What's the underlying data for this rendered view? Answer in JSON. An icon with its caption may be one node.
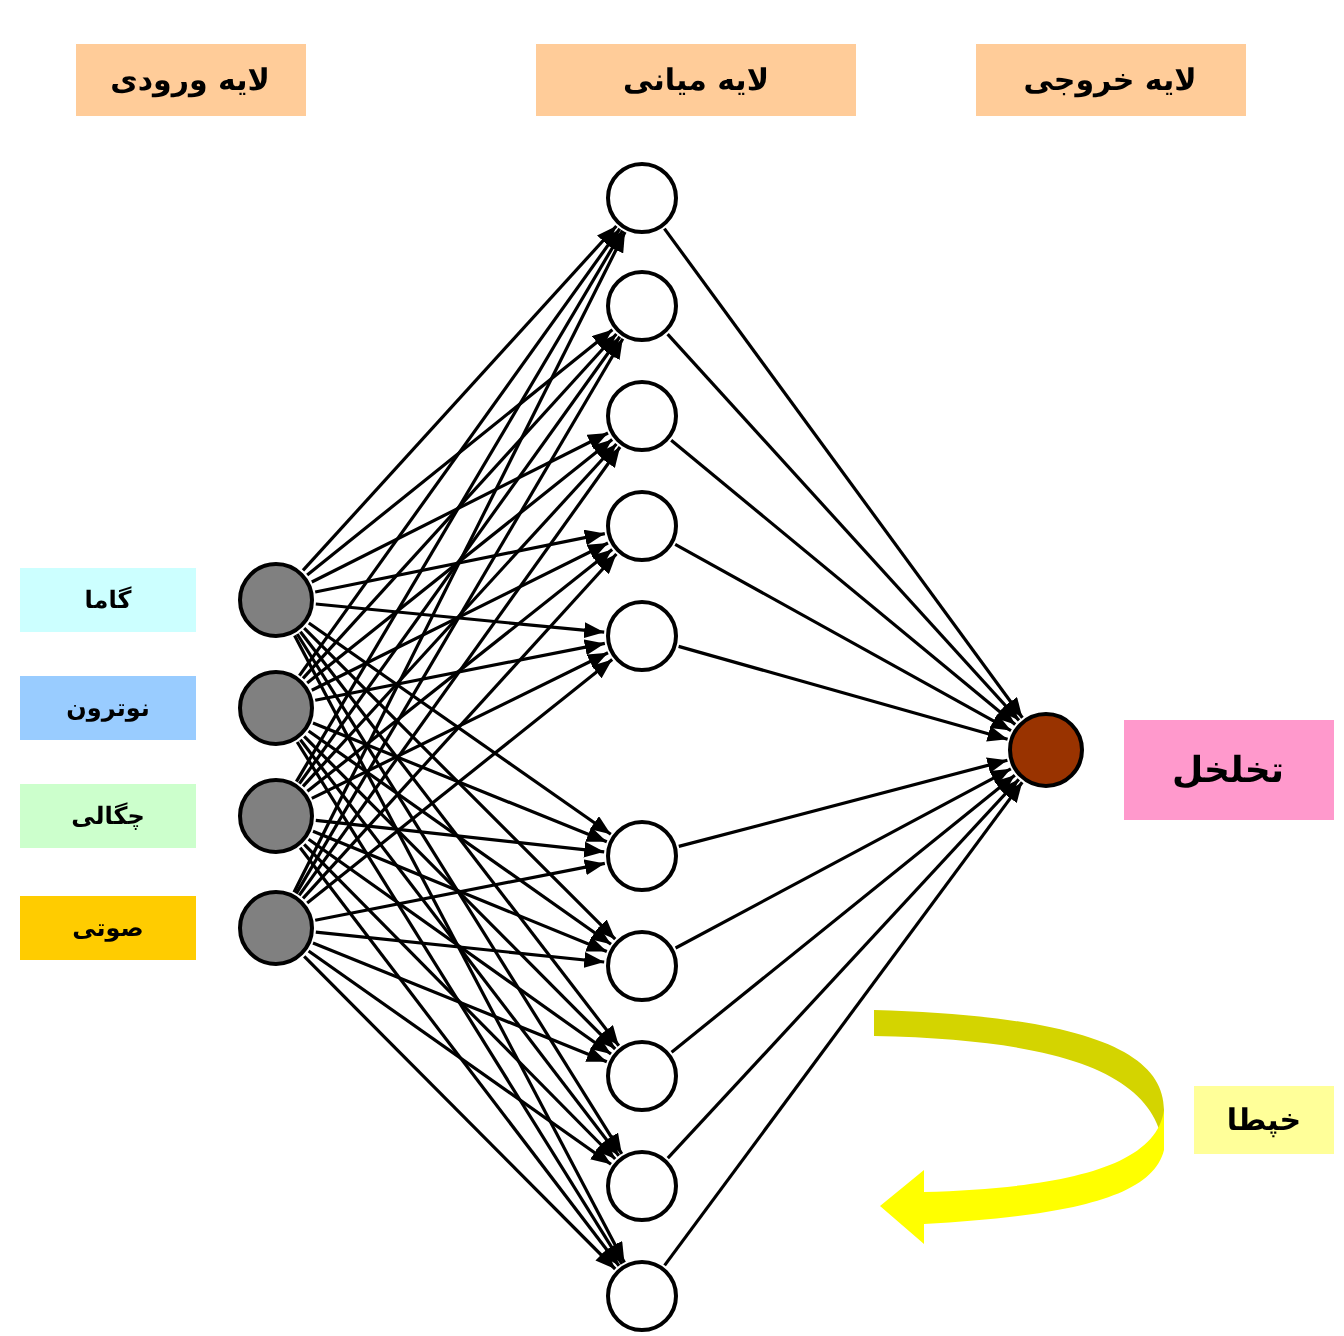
{
  "diagram": {
    "nodes": [
      {
        "text": [
          "لایه ورودی"
        ]
      },
      {
        "text": [
          "لایه میانی"
        ]
      },
      {
        "text": [
          "لایه خروجی"
        ]
      },
      {
        "text": [
          "گاما"
        ]
      },
      {
        "text": [
          "نوترون"
        ]
      },
      {
        "text": [
          "چگالی"
        ]
      },
      {
        "text": [
          "صوتی"
        ]
      },
      {
        "text": [],
        "shape": "circle"
      },
      {
        "text": [],
        "shape": "circle"
      },
      {
        "text": [],
        "shape": "circle"
      },
      {
        "text": [],
        "shape": "circle"
      },
      {
        "text": [],
        "shape": "circle"
      },
      {
        "text": [],
        "shape": "circle"
      },
      {
        "text": [],
        "shape": "circle"
      },
      {
        "text": [],
        "shape": "circle"
      },
      {
        "text": [],
        "shape": "circle"
      },
      {
        "text": [],
        "shape": "circle"
      },
      {
        "text": [],
        "shape": "circle"
      },
      {
        "text": [],
        "shape": "circle"
      },
      {
        "text": [],
        "shape": "circle"
      },
      {
        "text": [],
        "shape": "circle"
      },
      {
        "text": [],
        "shape": "circle"
      },
      {
        "text": [
          "تخلخل"
        ]
      },
      {
        "text": [
          "خپطا"
        ]
      }
    ],
    "edges": [
      {
        "from": 7,
        "to": 11,
        "arrow": "to"
      },
      {
        "from": 7,
        "to": 12,
        "arrow": "to"
      },
      {
        "from": 7,
        "to": 13,
        "arrow": "to"
      },
      {
        "from": 7,
        "to": 14,
        "arrow": "to"
      },
      {
        "from": 7,
        "to": 15,
        "arrow": "to"
      },
      {
        "from": 7,
        "to": 16,
        "arrow": "to"
      },
      {
        "from": 7,
        "to": 17,
        "arrow": "to"
      },
      {
        "from": 7,
        "to": 18,
        "arrow": "to"
      },
      {
        "from": 7,
        "to": 19,
        "arrow": "to"
      },
      {
        "from": 7,
        "to": 20,
        "arrow": "to"
      },
      {
        "from": 8,
        "to": 11,
        "arrow": "to"
      },
      {
        "from": 8,
        "to": 12,
        "arrow": "to"
      },
      {
        "from": 8,
        "to": 13,
        "arrow": "to"
      },
      {
        "from": 8,
        "to": 14,
        "arrow": "to"
      },
      {
        "from": 8,
        "to": 15,
        "arrow": "to"
      },
      {
        "from": 8,
        "to": 16,
        "arrow": "to"
      },
      {
        "from": 8,
        "to": 17,
        "arrow": "to"
      },
      {
        "from": 8,
        "to": 18,
        "arrow": "to"
      },
      {
        "from": 8,
        "to": 19,
        "arrow": "to"
      },
      {
        "from": 8,
        "to": 20,
        "arrow": "to"
      },
      {
        "from": 9,
        "to": 11,
        "arrow": "to"
      },
      {
        "from": 9,
        "to": 12,
        "arrow": "to"
      },
      {
        "from": 9,
        "to": 13,
        "arrow": "to"
      },
      {
        "from": 9,
        "to": 14,
        "arrow": "to"
      },
      {
        "from": 9,
        "to": 15,
        "arrow": "to"
      },
      {
        "from": 9,
        "to": 16,
        "arrow": "to"
      },
      {
        "from": 9,
        "to": 17,
        "arrow": "to"
      },
      {
        "from": 9,
        "to": 18,
        "arrow": "to"
      },
      {
        "from": 9,
        "to": 19,
        "arrow": "to"
      },
      {
        "from": 9,
        "to": 20,
        "arrow": "to"
      },
      {
        "from": 10,
        "to": 11,
        "arrow": "to"
      },
      {
        "from": 10,
        "to": 12,
        "arrow": "to"
      },
      {
        "from": 10,
        "to": 13,
        "arrow": "to"
      },
      {
        "from": 10,
        "to": 14,
        "arrow": "to"
      },
      {
        "from": 10,
        "to": 15,
        "arrow": "to"
      },
      {
        "from": 10,
        "to": 16,
        "arrow": "to"
      },
      {
        "from": 10,
        "to": 17,
        "arrow": "to"
      },
      {
        "from": 10,
        "to": 18,
        "arrow": "to"
      },
      {
        "from": 10,
        "to": 19,
        "arrow": "to"
      },
      {
        "from": 10,
        "to": 20,
        "arrow": "to"
      },
      {
        "from": 11,
        "to": 21,
        "arrow": "to"
      },
      {
        "from": 12,
        "to": 21,
        "arrow": "to"
      },
      {
        "from": 13,
        "to": 21,
        "arrow": "to"
      },
      {
        "from": 14,
        "to": 21,
        "arrow": "to"
      },
      {
        "from": 15,
        "to": 21,
        "arrow": "to"
      },
      {
        "from": 16,
        "to": 21,
        "arrow": "to"
      },
      {
        "from": 17,
        "to": 21,
        "arrow": "to"
      },
      {
        "from": 18,
        "to": 21,
        "arrow": "to"
      },
      {
        "from": 19,
        "to": 21,
        "arrow": "to"
      },
      {
        "from": 20,
        "to": 21,
        "arrow": "to"
      }
    ]
  }
}
